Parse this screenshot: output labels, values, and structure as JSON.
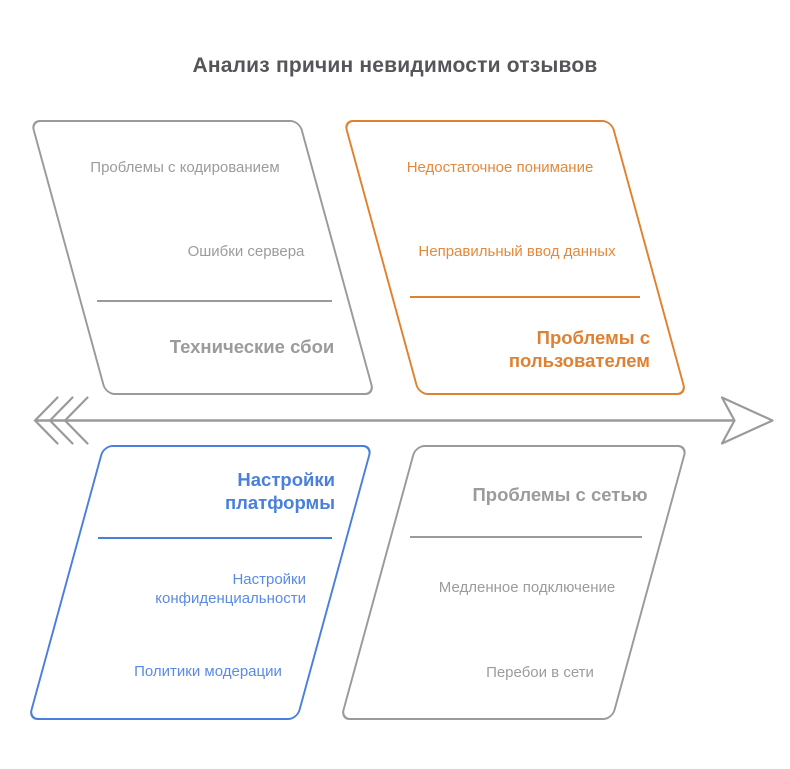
{
  "title": "Анализ причин невидимости отзывов",
  "colors": {
    "gray": "#9A9A9B",
    "orange": "#E0812D",
    "blue": "#4A80DC",
    "title_text": "#55565A"
  },
  "spine": {
    "direction": "right",
    "style": "open-arrowhead-with-triple-fletching"
  },
  "branches": [
    {
      "name": "Технические сбои",
      "quadrant": "top-left",
      "color": "#9A9A9B",
      "causes": [
        "Проблемы с кодированием",
        "Ошибки сервера"
      ]
    },
    {
      "name": "Проблемы с пользователем",
      "quadrant": "top-right",
      "color": "#E0812D",
      "causes": [
        "Недостаточное понимание",
        "Неправильный ввод данных"
      ]
    },
    {
      "name": "Настройки платформы",
      "quadrant": "bottom-left",
      "color": "#4A80DC",
      "causes": [
        "Настройки конфиденциальности",
        "Политики модерации"
      ]
    },
    {
      "name": "Проблемы с сетью",
      "quadrant": "bottom-right",
      "color": "#9A9A9B",
      "causes": [
        "Медленное подключение",
        "Перебои в сети"
      ]
    }
  ]
}
